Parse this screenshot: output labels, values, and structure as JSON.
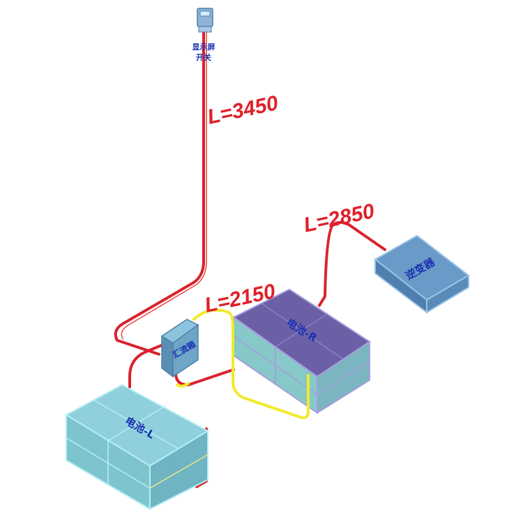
{
  "colors": {
    "cable_red": "#d9232d",
    "cable_yellow": "#f2ea2a",
    "battery_l": "#7ec9d6",
    "battery_r": "#6b5fa6",
    "inverter": "#5f8fbf",
    "combiner": "#6fa6c8",
    "label_text": "#1a2fb0",
    "length_text": "#e0202a"
  },
  "lengths": {
    "vertical_run": "L=3450",
    "inverter_run": "L=2850",
    "combiner_run": "L=2150"
  },
  "components": {
    "display_switch_line1": "显示屏",
    "display_switch_line2": "开关",
    "combiner_box": "汇流箱",
    "battery_left": "电池-L",
    "battery_right": "电池-R",
    "inverter": "逆变器"
  }
}
